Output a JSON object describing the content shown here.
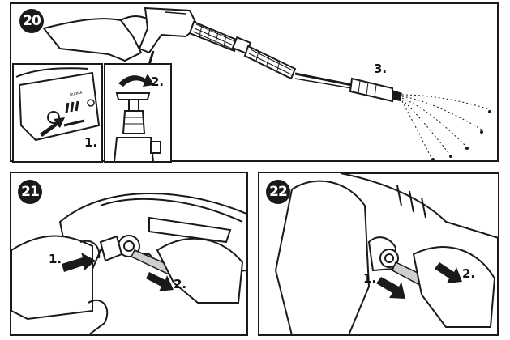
{
  "figures": [
    {
      "number": "20",
      "steps": [
        "1.",
        "2.",
        "3."
      ],
      "device_label": "DUOMA"
    },
    {
      "number": "21",
      "steps": [
        "1.",
        "2."
      ]
    },
    {
      "number": "22",
      "steps": [
        "1.",
        "2."
      ]
    }
  ],
  "colors": {
    "ink": "#1a1a1a",
    "paper": "#ffffff",
    "shade": "#cfcfcf"
  },
  "icons": [
    "push-arrow-icon",
    "pull-arrow-icon",
    "turn-arrow-icon",
    "water-spray-icon"
  ]
}
